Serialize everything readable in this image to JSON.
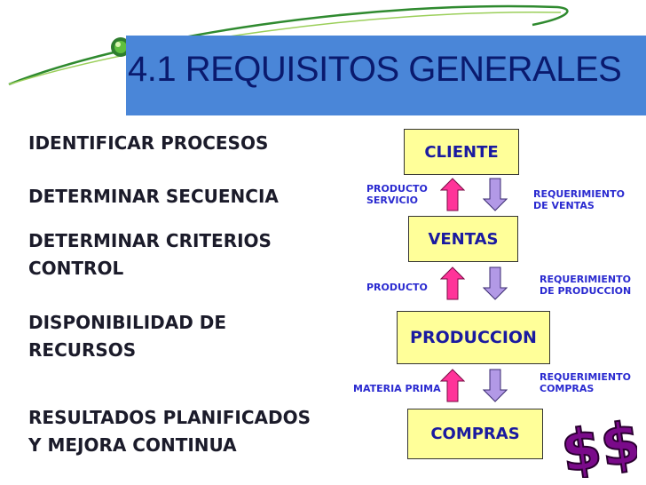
{
  "title": "4.1 REQUISITOS GENERALES",
  "left_items": [
    "IDENTIFICAR PROCESOS",
    "DETERMINAR SECUENCIA",
    "DETERMINAR CRITERIOS",
    "CONTROL",
    "DISPONIBILIDAD DE",
    "RECURSOS",
    "RESULTADOS PLANIFICADOS",
    "Y MEJORA CONTINUA"
  ],
  "flow": {
    "boxes": [
      "CLIENTE",
      "VENTAS",
      "PRODUCCION",
      "COMPRAS"
    ],
    "up_labels": [
      {
        "line1": "PRODUCTO",
        "line2": "SERVICIO"
      },
      {
        "line1": "PRODUCTO",
        "line2": ""
      },
      {
        "line1": "MATERIA PRIMA",
        "line2": ""
      }
    ],
    "down_labels": [
      {
        "line1": "REQUERIMIENTO",
        "line2": "DE VENTAS"
      },
      {
        "line1": "REQUERIMIENTO",
        "line2": "DE PRODUCCION"
      },
      {
        "line1": "REQUERIMIENTO",
        "line2": "COMPRAS"
      }
    ]
  },
  "decoration": {
    "money_text": "$$"
  },
  "colors": {
    "title_band": "#4a86d8",
    "title_text": "#0a1a6e",
    "box_fill": "#ffff99",
    "arrow_up": "#ff3399",
    "arrow_down": "#b299e6",
    "label_text": "#2a2ad0"
  }
}
